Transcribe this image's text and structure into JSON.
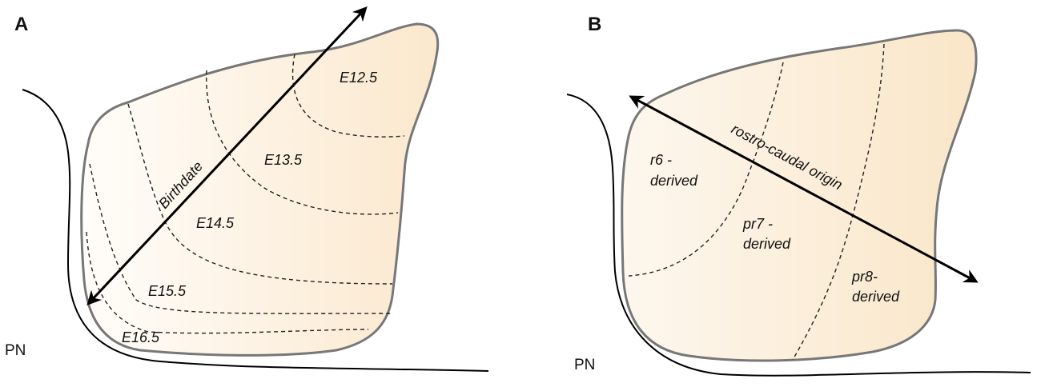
{
  "panel_a": {
    "letter": "A",
    "zones": [
      "E12.5",
      "E13.5",
      "E14.5",
      "E15.5",
      "E16.5"
    ],
    "arrow_label": "Birthdate",
    "pn_label": "PN"
  },
  "panel_b": {
    "letter": "B",
    "zones": [
      {
        "line1": "r6 -",
        "line2": "derived"
      },
      {
        "line1": "pr7 -",
        "line2": "derived"
      },
      {
        "line1": "pr8-",
        "line2": "derived"
      }
    ],
    "arrow_label": "rostro-caudal origin",
    "pn_label": "PN"
  },
  "colors": {
    "fill_light": "#fefcf8",
    "fill_dark": "#fbe9cf",
    "outline_gray": "#777777"
  }
}
